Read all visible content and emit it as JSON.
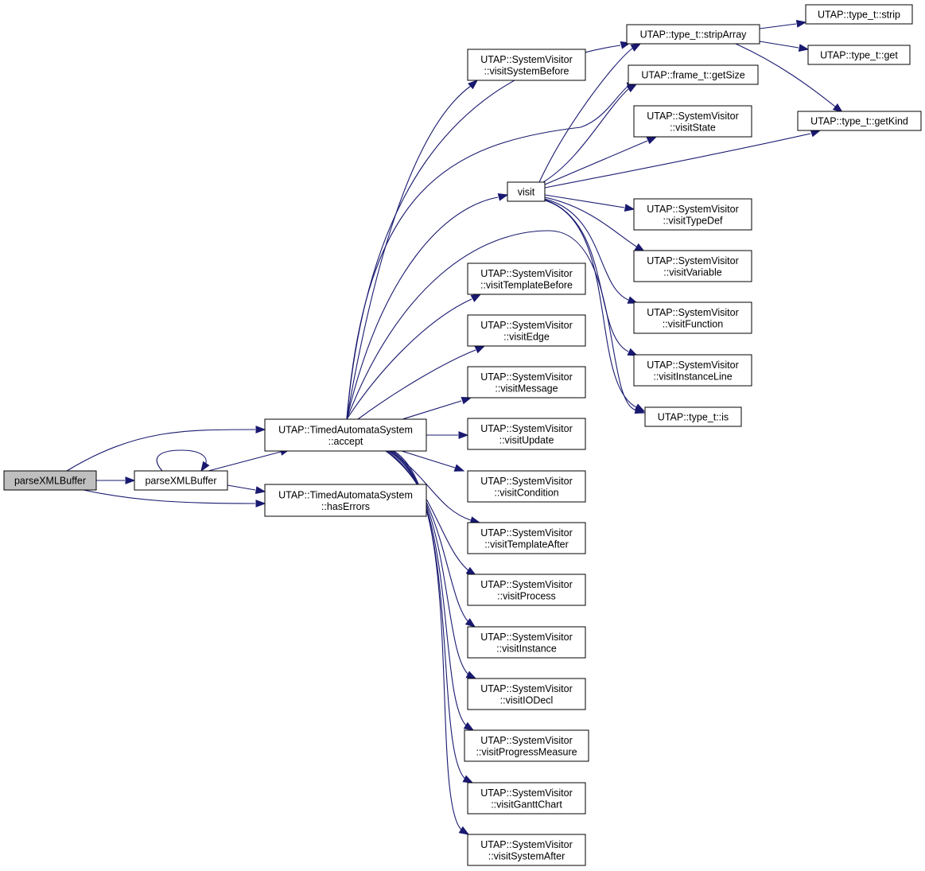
{
  "diagram": {
    "type": "call-graph",
    "colors": {
      "edge": "#191970",
      "root_fill": "#bfbfbf",
      "node_fill": "#ffffff",
      "node_border": "#000000"
    },
    "nodes": [
      {
        "id": "root",
        "lines": [
          "parseXMLBuffer"
        ],
        "highlighted": true
      },
      {
        "id": "pxb",
        "lines": [
          "parseXMLBuffer"
        ]
      },
      {
        "id": "accept",
        "lines": [
          "UTAP::TimedAutomataSystem",
          "::accept"
        ]
      },
      {
        "id": "hasErrors",
        "lines": [
          "UTAP::TimedAutomataSystem",
          "::hasErrors"
        ]
      },
      {
        "id": "vSysBefore",
        "lines": [
          "UTAP::SystemVisitor",
          "::visitSystemBefore"
        ]
      },
      {
        "id": "visit",
        "lines": [
          "visit"
        ]
      },
      {
        "id": "vTplBefore",
        "lines": [
          "UTAP::SystemVisitor",
          "::visitTemplateBefore"
        ]
      },
      {
        "id": "vEdge",
        "lines": [
          "UTAP::SystemVisitor",
          "::visitEdge"
        ]
      },
      {
        "id": "vMessage",
        "lines": [
          "UTAP::SystemVisitor",
          "::visitMessage"
        ]
      },
      {
        "id": "vUpdate",
        "lines": [
          "UTAP::SystemVisitor",
          "::visitUpdate"
        ]
      },
      {
        "id": "vCondition",
        "lines": [
          "UTAP::SystemVisitor",
          "::visitCondition"
        ]
      },
      {
        "id": "vTplAfter",
        "lines": [
          "UTAP::SystemVisitor",
          "::visitTemplateAfter"
        ]
      },
      {
        "id": "vProcess",
        "lines": [
          "UTAP::SystemVisitor",
          "::visitProcess"
        ]
      },
      {
        "id": "vInstance",
        "lines": [
          "UTAP::SystemVisitor",
          "::visitInstance"
        ]
      },
      {
        "id": "vIODecl",
        "lines": [
          "UTAP::SystemVisitor",
          "::visitIODecl"
        ]
      },
      {
        "id": "vProgress",
        "lines": [
          "UTAP::SystemVisitor",
          "::visitProgressMeasure"
        ]
      },
      {
        "id": "vGantt",
        "lines": [
          "UTAP::SystemVisitor",
          "::visitGanttChart"
        ]
      },
      {
        "id": "vSysAfter",
        "lines": [
          "UTAP::SystemVisitor",
          "::visitSystemAfter"
        ]
      },
      {
        "id": "stripArray",
        "lines": [
          "UTAP::type_t::stripArray"
        ]
      },
      {
        "id": "getSize",
        "lines": [
          "UTAP::frame_t::getSize"
        ]
      },
      {
        "id": "vState",
        "lines": [
          "UTAP::SystemVisitor",
          "::visitState"
        ]
      },
      {
        "id": "vTypeDef",
        "lines": [
          "UTAP::SystemVisitor",
          "::visitTypeDef"
        ]
      },
      {
        "id": "vVariable",
        "lines": [
          "UTAP::SystemVisitor",
          "::visitVariable"
        ]
      },
      {
        "id": "vFunction",
        "lines": [
          "UTAP::SystemVisitor",
          "::visitFunction"
        ]
      },
      {
        "id": "vInstLine",
        "lines": [
          "UTAP::SystemVisitor",
          "::visitInstanceLine"
        ]
      },
      {
        "id": "is",
        "lines": [
          "UTAP::type_t::is"
        ]
      },
      {
        "id": "strip",
        "lines": [
          "UTAP::type_t::strip"
        ]
      },
      {
        "id": "get",
        "lines": [
          "UTAP::type_t::get"
        ]
      },
      {
        "id": "getKind",
        "lines": [
          "UTAP::type_t::getKind"
        ]
      }
    ]
  }
}
